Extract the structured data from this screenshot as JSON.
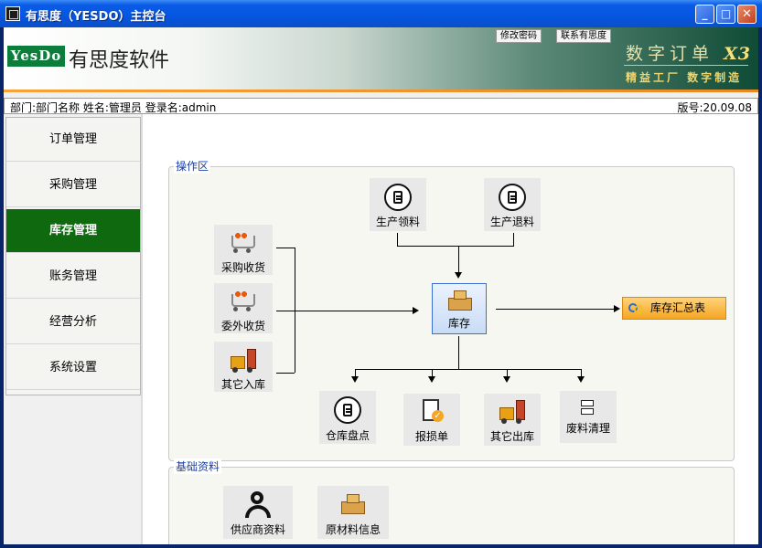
{
  "window": {
    "title": "有思度（YESDO）主控台"
  },
  "header": {
    "logo_mark": "YesDo",
    "logo_text": "有思度软件",
    "link_change_password": "修改密码",
    "link_contact": "联系有思度",
    "brand_title": "数字订单",
    "brand_version": "X3",
    "brand_slogan": "精益工厂  数字制造"
  },
  "status": {
    "left": "部门:部门名称  姓名:管理员  登录名:admin",
    "version": "版号:20.09.08"
  },
  "sidebar": {
    "items": [
      {
        "label": "订单管理",
        "active": false
      },
      {
        "label": "采购管理",
        "active": false
      },
      {
        "label": "库存管理",
        "active": true
      },
      {
        "label": "账务管理",
        "active": false
      },
      {
        "label": "经营分析",
        "active": false
      },
      {
        "label": "系统设置",
        "active": false
      }
    ]
  },
  "operation_area": {
    "title": "操作区",
    "top": {
      "issue": "生产领料",
      "return": "生产退料"
    },
    "inputs": {
      "purchase_receipt": "采购收货",
      "outsource_receipt": "委外收货",
      "other_in": "其它入库"
    },
    "center": "库存",
    "summary": "库存汇总表",
    "outputs": {
      "stocktake": "仓库盘点",
      "damage": "报损单",
      "other_out": "其它出库",
      "scrap": "废料清理"
    }
  },
  "base_data": {
    "title": "基础资料",
    "supplier": "供应商资料",
    "material": "原材料信息"
  },
  "colors": {
    "active_nav": "#0f6a0f",
    "group_title": "#1a3fa6",
    "summary_button": "#f5a623",
    "titlebar": "#0556e0"
  }
}
